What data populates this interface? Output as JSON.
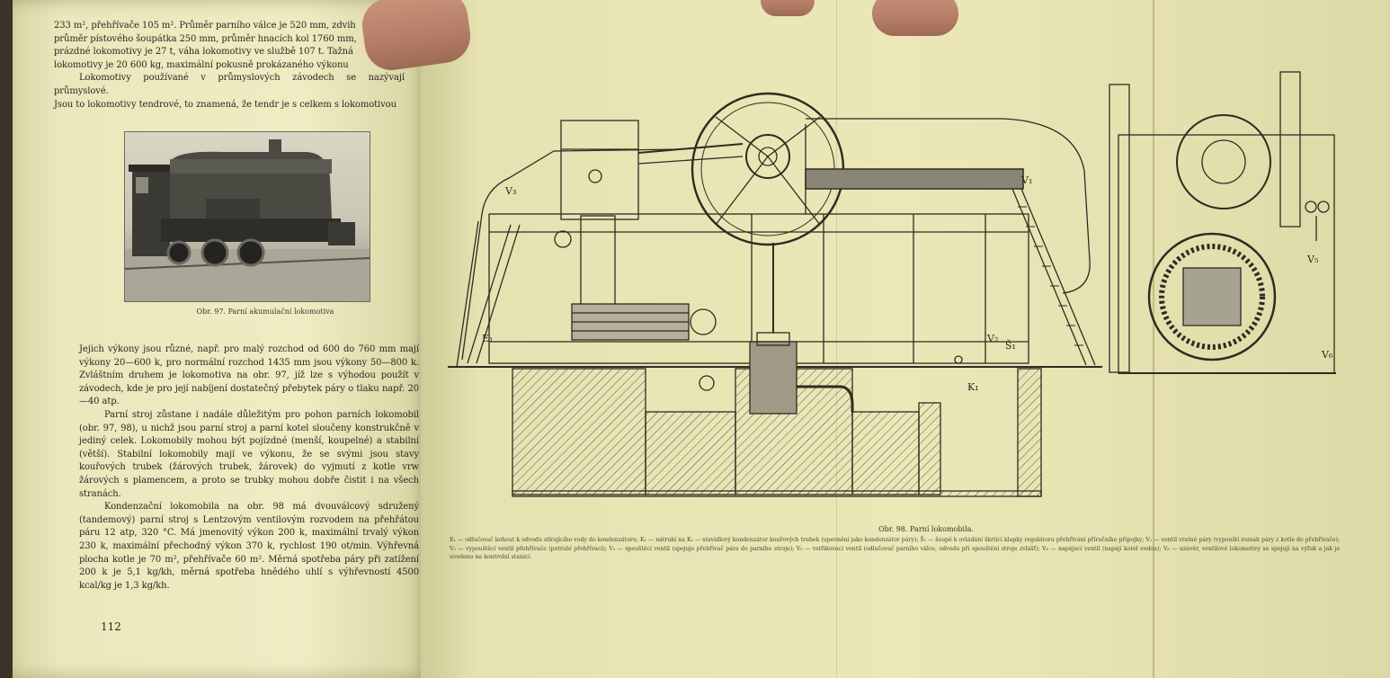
{
  "left_page": {
    "top_lines": [
      "233 m², přehřívače 105 m². Průměr parního válce je 520 mm, zdvih",
      "průměr pístového šoupátka 250 mm, průměr hnacích kol 1760 mm,",
      "prázdné lokomotivy je 27 t, váha lokomotivy ve službě 107 t. Tažná",
      "lokomotivy je 20 600 kg, maximální pokusně prokázaného výkonu",
      "Lokomotivy používané v průmyslových závodech se nazývají průmyslové.",
      "Jsou to lokomotivy tendrové, to znamená, že tendr je s celkem s lokomotivou"
    ],
    "photo_caption": "Obr. 97. Parní akumulační lokomotiva",
    "body_paragraphs": [
      "Jejich výkony jsou různé, např. pro malý rozchod od 600 do 760 mm mají výkony 20—600 k, pro normální rozchod 1435 mm jsou výkony 50—800 k. Zvláštním druhem je lokomotiva na obr. 97, jíž lze s výhodou použít v závodech, kde je pro její nabíjení dostatečný přebytek páry o tlaku např. 20—40 atp.",
      "Parní stroj zůstane i nadále důležitým pro pohon parních lokomobil (obr. 97, 98), u nichž jsou parní stroj a parní kotel sloučeny konstrukčně v jediný celek. Lokomobily mohou být pojízdné (menší, koupelné) a stabilní (větší). Stabilní lokomobily mají ve výkonu, že se svými jsou stavy kouřových trubek (žárových trubek, žárovek) do vyjmutí z kotle vrw žárových s plamencem, a proto se trubky mohou dobře čistit i na všech stranách.",
      "Kondenzační lokomobila na obr. 98 má dvouválcový sdružený (tandemový) parní stroj s Lentzovým ventilovým rozvodem na přehřátou páru 12 atp, 320 °C. Má jmenovitý výkon 200 k, maximální trvalý výkon 230 k, maximální přechodný výkon 370 k, rychlost 190 ot/min. Výhřevná plocha kotle je 70 m², přehřívače 60 m². Měrná spotřeba páry při zatížení 200 k je 5,1 kg/kh, měrná spotřeba hnědého uhlí s výhřevností 4500 kcal/kg je 1,3 kg/kh."
    ],
    "page_number": "112"
  },
  "right_page": {
    "figure_caption": "Obr. 98. Parní lokomobila.",
    "labels": {
      "v3": "V₃",
      "v1": "V₁",
      "e1": "E₁",
      "v2": "V₂",
      "s1": "Š₁",
      "k1": "K₁",
      "v5": "V₅",
      "v6": "V₆"
    },
    "legend_text": "E₁ — odlučovač kohout k odvodu stírajícího vody do kondenzátoru; K₁ — nátrubí na K₁ — stavidlový kondenzátor kouřových trubek (upevnění jako kondenzátor páry); Š₁ — šoupě k ovládání škrticí klapky regulátoru přehřívání příručního přípojky; V₁ — ventil vratné páry (vypouští rozsah páry z kotle do přehřívače); V₂ — vypouštěcí ventil přehřívače (potrubí přehřívací); V₃ — spouštěcí ventil (spojuje přehřívač pára do parního stroje); V₅ — vstřikovací ventil (odlučovač parního válce, odvodu při spouštění stroje zvlášť); V₆ — napájecí ventil (napájí kotel vodou); V₆ — uzávěr, ventilové lokomotivy se spojují na výfuk a jak je uvedeno na kontrolní stanici."
  },
  "colors": {
    "paper": "#ebe7b7",
    "ink": "#2a2620",
    "hatch": "#5a5446"
  }
}
